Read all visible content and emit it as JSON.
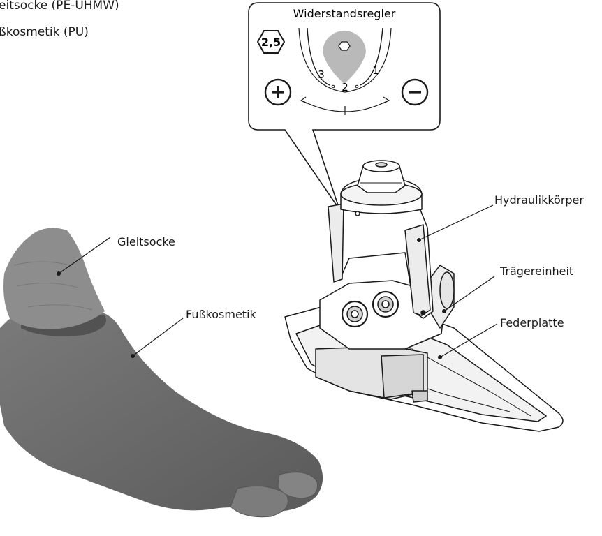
{
  "legend": {
    "line1": "eitsocke (PE-UHMW)",
    "line2": "ßkosmetik (PU)"
  },
  "callout": {
    "title": "Widerstandsregler",
    "value_badge": "2,5",
    "scale": [
      "3",
      "2",
      "1"
    ],
    "plus": "+",
    "minus": "−"
  },
  "labels": {
    "hydraulic_body": "Hydraulikkörper",
    "carrier_unit": "Trägereinheit",
    "spring_plate": "Federplatte",
    "sliding_sock": "Gleitsocke",
    "foot_cosmetic": "Fußkosmetik"
  },
  "colors": {
    "knob": "#b9b9b9",
    "foot": "#6e6e6e",
    "sock": "#8d8d8d",
    "line": "#1a1a1a"
  }
}
